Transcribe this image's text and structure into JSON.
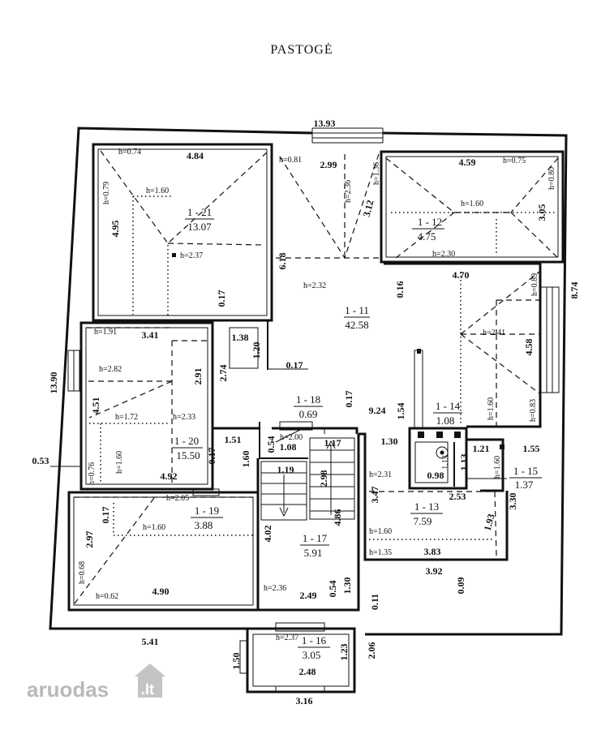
{
  "title": "PASTOGĖ",
  "watermark": {
    "text": "aruodas",
    "suffix": ".lt"
  },
  "rooms": {
    "r21": {
      "id": "1 - 21",
      "area": "13.07",
      "h_corner": "h=0.74",
      "h_side": "h=0.79",
      "h_mid": "h=1.60",
      "h_peak": "h=2.37",
      "w": "4.84",
      "d": "4.95"
    },
    "r11": {
      "id": "1 - 11",
      "area": "42.58",
      "h_a": "h=0.81",
      "h_b": "h=2.36",
      "h_c": "h=1.36",
      "h_d": "h=2.32",
      "h_e": "h=2.41",
      "h_f": "h=0.89",
      "h_g": "h=1.60",
      "h_h": "h=0.83",
      "d1": "2.99",
      "d2": "3.12",
      "d3": "6.18",
      "d4": "0.16",
      "d5": "4.70",
      "d6": "4.58",
      "d7": "9.24"
    },
    "r12": {
      "id": "1 - 12",
      "area": "4.75",
      "w": "4.59",
      "h_a": "h=0.75",
      "h_b": "h=0.80",
      "h_mid": "h=1.60",
      "d": "3.05",
      "h_c": "h=2.30"
    },
    "r20": {
      "id": "1 - 20",
      "area": "15.50",
      "h_a": "h=1.91",
      "w": "3.41",
      "h_b": "h=2.82",
      "d1": "2.91",
      "d2": "4.51",
      "h_c": "h=1.72",
      "h_d": "h=2.33",
      "h_e": "h=0.76",
      "h_f": "h=1.60",
      "d3": "4.92",
      "d4": "0.17",
      "d5": "1.60",
      "d6": "1.51"
    },
    "r18": {
      "id": "1 - 18",
      "area": "0.69",
      "h": "h=2.00",
      "d1": "1.08",
      "d2": "0.54"
    },
    "r14": {
      "id": "1 - 14",
      "area": "1.08",
      "d1": "1.30",
      "d2": "1.54",
      "d3": "0.98",
      "d4": "1.13",
      "d5": "1.13"
    },
    "r15": {
      "id": "1 - 15",
      "area": "1.37",
      "d1": "1.21",
      "h": "h=1.60",
      "d2": "1.55",
      "d3": "3.30"
    },
    "r13": {
      "id": "1 - 13",
      "area": "7.59",
      "h_a": "h=2.31",
      "d1": "3.47",
      "d2": "2.53",
      "h_b": "h=1.60",
      "d3": "1.93",
      "h_c": "h=1.35",
      "d4": "3.83",
      "d5": "3.92",
      "d6": "0.09"
    },
    "r19": {
      "id": "1 - 19",
      "area": "3.88",
      "h_a": "h=2.05",
      "h_b": "h=1.60",
      "d1": "0.17",
      "d2": "2.97",
      "h_c": "h=0.68",
      "h_d": "h=0.62",
      "w": "4.90"
    },
    "r17": {
      "id": "1 - 17",
      "area": "5.91",
      "d1": "1.19",
      "d2": "2.98",
      "d3": "1.17",
      "d4": "4.86",
      "d5": "4.02",
      "h": "h=2.36",
      "d6": "2.49",
      "d7": "0.54"
    },
    "r16": {
      "id": "1 - 16",
      "area": "3.05",
      "h": "h=2.37",
      "d1": "2.48",
      "d2": "1.23",
      "d3": "1.50",
      "d4": "2.06"
    }
  },
  "dims": {
    "top": "13.93",
    "left": "13.90",
    "right": "8.74",
    "bottom_left": "5.41",
    "bottom": "3.16",
    "left_wall": "0.53",
    "c1": "1.38",
    "c2": "1.20",
    "c3": "0.17",
    "c4": "2.74",
    "c5": "0.17",
    "c6": "0.17",
    "c7": "1.30",
    "c8": "0.11"
  }
}
